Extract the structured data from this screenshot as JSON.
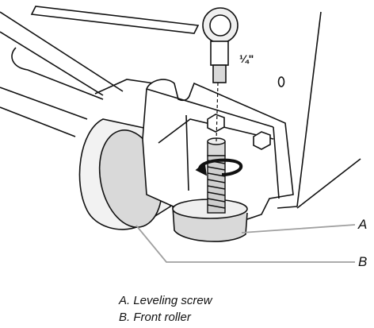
{
  "figure": {
    "tool_size": "¼\"",
    "callouts": [
      {
        "letter": "A"
      },
      {
        "letter": "B"
      }
    ],
    "legend": [
      {
        "text": "A. Leveling screw"
      },
      {
        "text": "B. Front roller"
      }
    ],
    "colors": {
      "line": "#111111",
      "leader": "#a0a0a0",
      "roller_fill": "#d9d9d9",
      "shade": "#efefef"
    }
  }
}
